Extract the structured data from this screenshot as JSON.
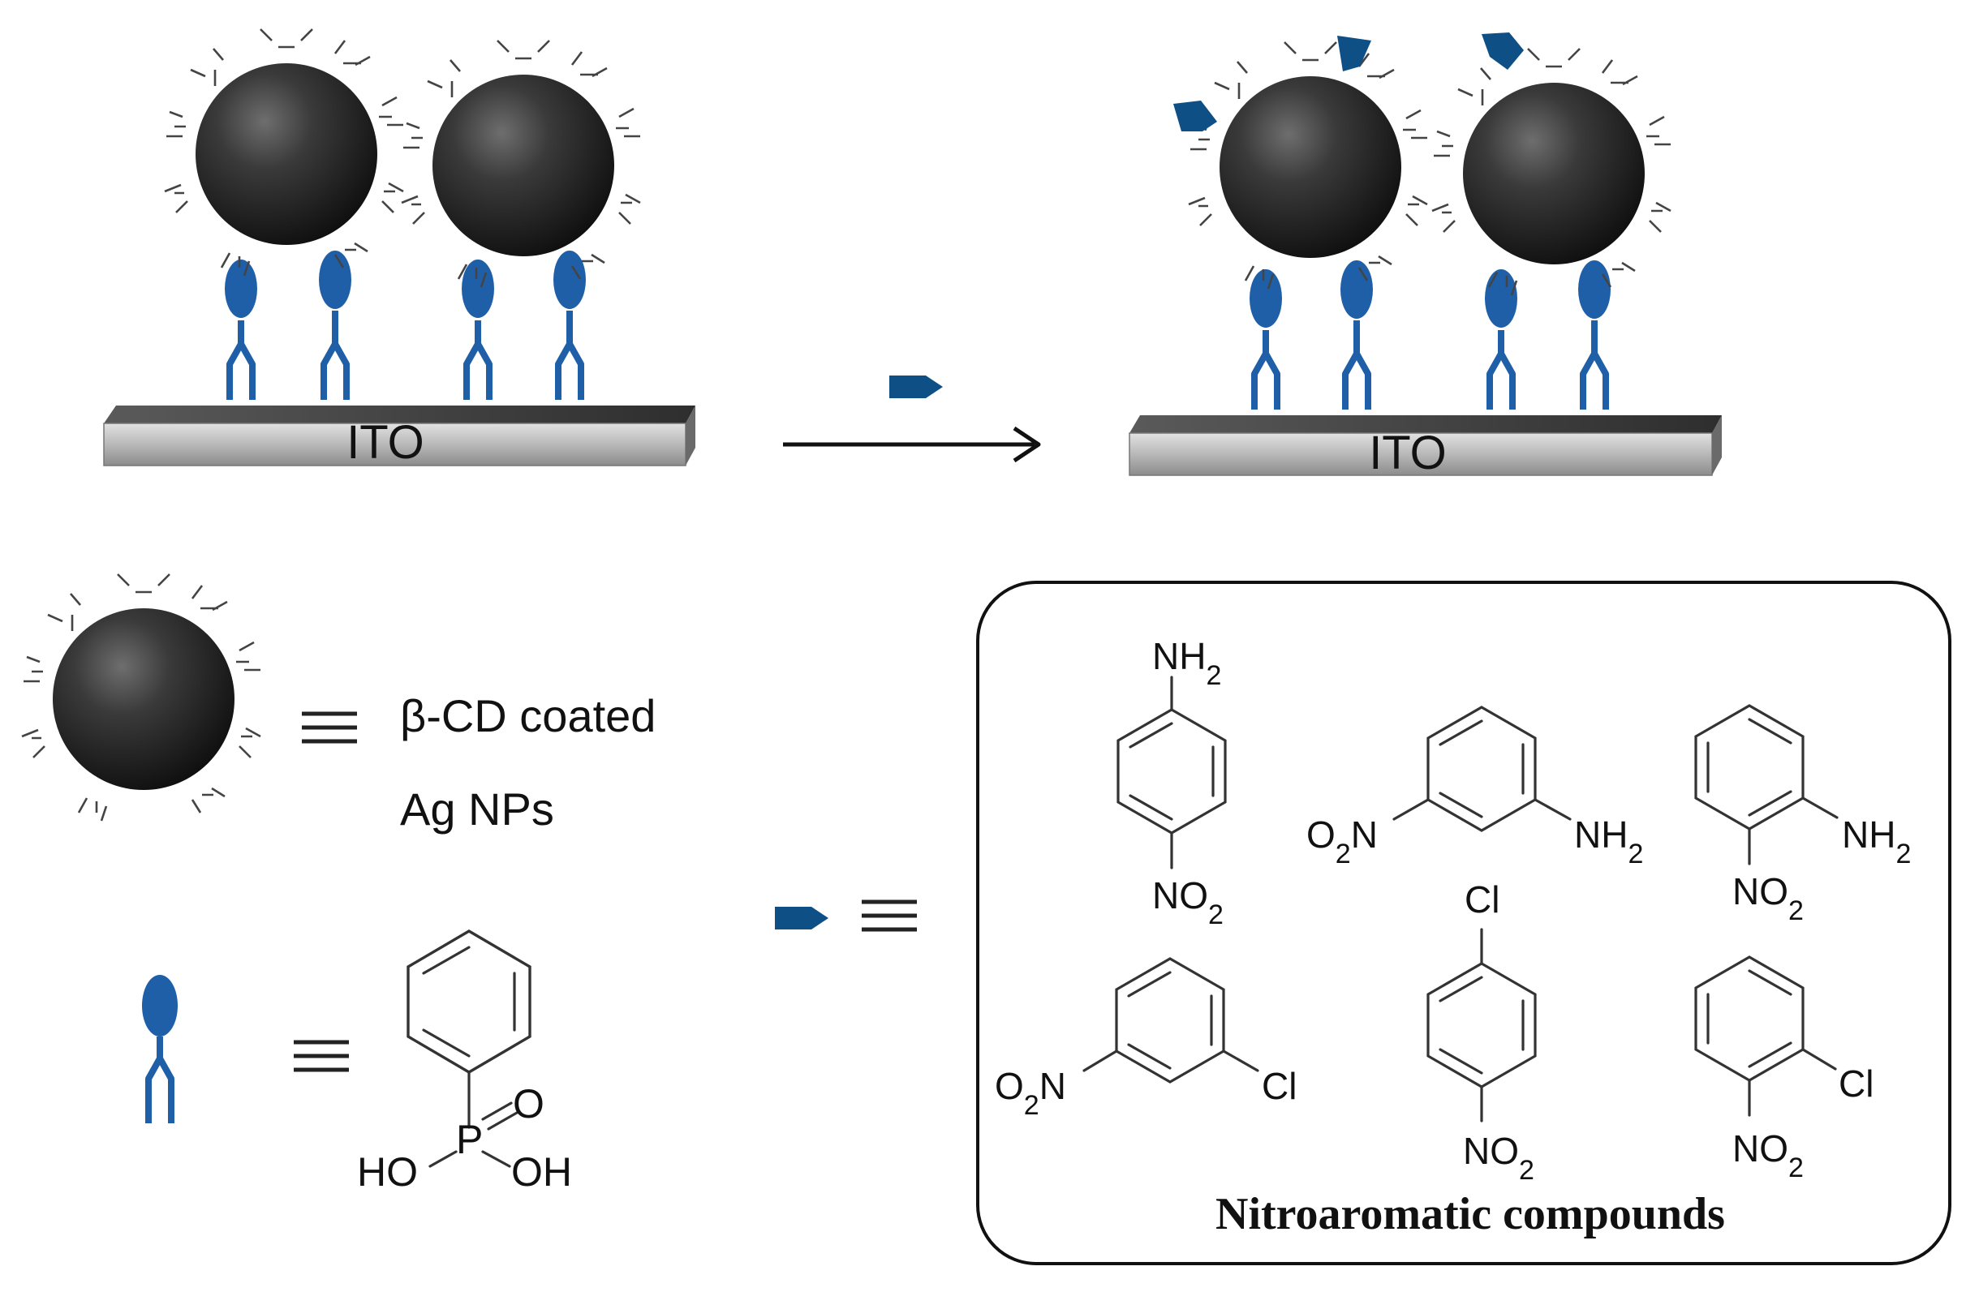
{
  "substrate": {
    "left_label": "ITO",
    "right_label": "ITO"
  },
  "legend": {
    "nanoparticle_line1": "β-CD coated",
    "nanoparticle_line2": "Ag NPs",
    "equivalent_symbol": "≡"
  },
  "phosphonic_acid": {
    "oxygen": "O",
    "phosphorus": "P",
    "hydroxyl_left": "HO",
    "hydroxyl_right": "OH"
  },
  "compounds_panel": {
    "title": "Nitroaromatic compounds",
    "compounds": [
      {
        "top": "NH2",
        "bottom": "NO2"
      },
      {
        "left": "O2N",
        "right": "NH2"
      },
      {
        "right": "NH2",
        "bottom": "NO2"
      },
      {
        "left": "O2N",
        "right": "Cl"
      },
      {
        "top": "Cl",
        "bottom": "NO2"
      },
      {
        "right": "Cl",
        "bottom": "NO2"
      }
    ]
  },
  "colors": {
    "linker_blue": "#1f5fa8",
    "analyte_blue": "#0e4f86",
    "nanoparticle": "#2b2b2b"
  }
}
